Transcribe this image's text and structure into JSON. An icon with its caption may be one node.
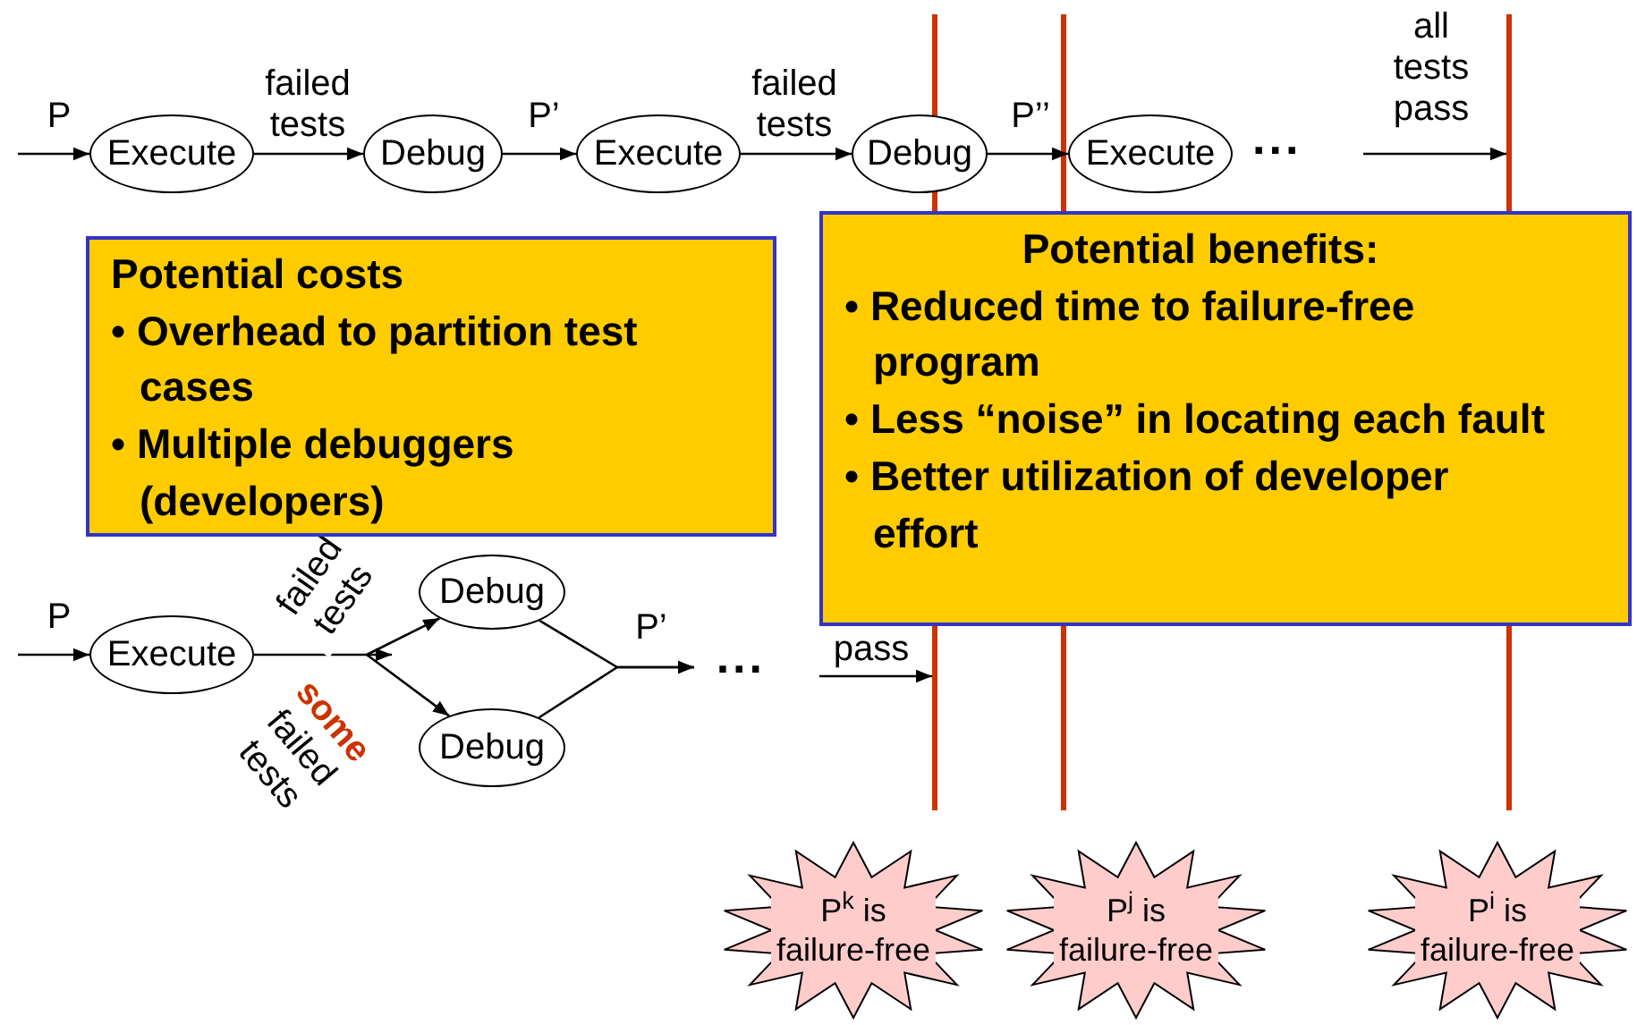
{
  "diagram": {
    "nodes": [
      {
        "text": [
          "Execute"
        ]
      },
      {
        "text": [
          "Debug"
        ]
      },
      {
        "text": [
          "Execute"
        ]
      },
      {
        "text": [
          "Debug"
        ]
      },
      {
        "text": [
          "Execute"
        ]
      },
      {
        "text": [],
        "shape": "bar"
      },
      {
        "text": [],
        "shape": "bar"
      },
      {
        "text": [],
        "shape": "bar"
      },
      {
        "text": [
          "Potential costs",
          "• Overhead to partition test cases",
          "• Multiple debuggers (developers)"
        ]
      },
      {
        "text": [
          "Potential benefits:",
          "• Reduced time to failure-free program",
          "• Less “noise” in locating each fault",
          "• Better utilization of developer effort"
        ]
      },
      {
        "text": [
          "Execute"
        ]
      },
      {
        "text": [
          "Debug"
        ]
      },
      {
        "text": [
          "Debug"
        ]
      },
      {
        "text": [
          "..."
        ]
      },
      {
        "text": [
          "P$^{k}$ is failure-free"
        ]
      },
      {
        "text": [
          "P$^{j}$ is failure-free"
        ]
      },
      {
        "text": [
          "P$^{i}$ is failure-free"
        ]
      }
    ],
    "edges": [
      {
        "from": null,
        "to": 0,
        "arrow": "to",
        "label": "P"
      },
      {
        "from": 0,
        "to": 1,
        "arrow": "to",
        "label": "failed tests"
      },
      {
        "from": 1,
        "to": 2,
        "arrow": "to",
        "label": "P’"
      },
      {
        "from": 2,
        "to": 3,
        "arrow": "to",
        "label": "failed tests"
      },
      {
        "from": 3,
        "to": 4,
        "arrow": "to",
        "label": "P’’"
      },
      {
        "from": null,
        "to": 7,
        "arrow": "to",
        "label": "all tests pass"
      },
      {
        "from": null,
        "to": 10,
        "arrow": "to",
        "label": "P"
      },
      {
        "from": 10,
        "to": 11,
        "arrow": "to",
        "label": "failed tests"
      },
      {
        "from": 10,
        "to": 12,
        "arrow": "to",
        "label": "**some** failed tests"
      },
      {
        "from": 11,
        "to": 13,
        "arrow": "to",
        "label": "P’"
      },
      {
        "from": 12,
        "to": 13,
        "arrow": "to"
      },
      {
        "from": null,
        "to": 5,
        "arrow": "to",
        "label": "pass"
      }
    ],
    "labels": [
      "..."
    ]
  }
}
